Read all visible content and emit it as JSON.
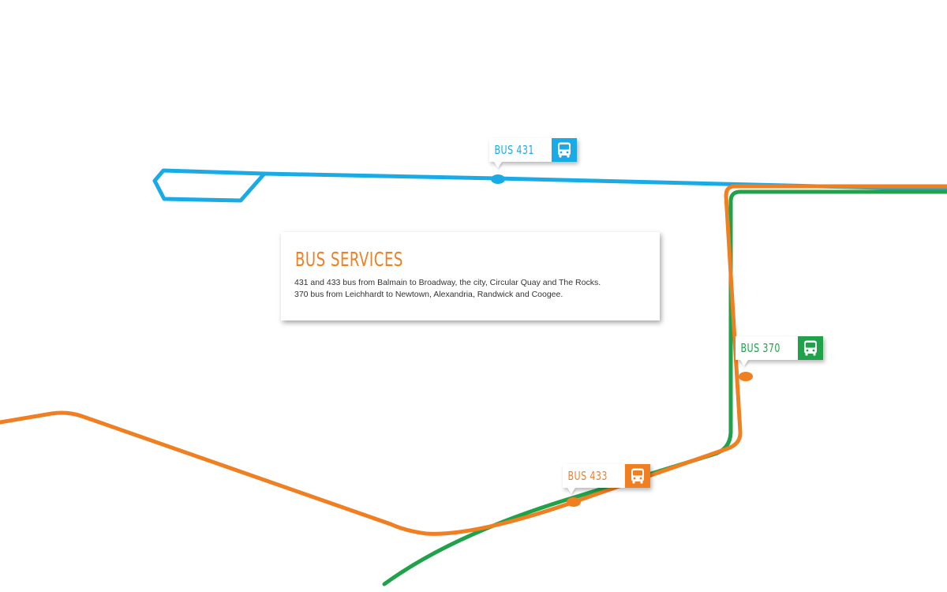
{
  "colors": {
    "route_431": "#1aabe6",
    "route_433": "#f07f22",
    "route_370": "#1fa24a",
    "text_dark": "#333333",
    "background": "#ffffff"
  },
  "routes": [
    {
      "id": "431",
      "color": "#1aabe6"
    },
    {
      "id": "433",
      "color": "#f07f22"
    },
    {
      "id": "370",
      "color": "#1fa24a"
    }
  ],
  "bus_tags": {
    "bus_431": {
      "label": "BUS 431",
      "color": "#1aabe6",
      "icon": "bus-icon"
    },
    "bus_370": {
      "label": "BUS 370",
      "color": "#1fa24a",
      "icon": "bus-icon"
    },
    "bus_433": {
      "label": "BUS 433",
      "color": "#f07f22",
      "icon": "bus-icon"
    }
  },
  "info_box": {
    "title": "BUS SERVICES",
    "line_1": "431 and 433 bus from Balmain to Broadway, the city, Circular Quay and The Rocks.",
    "line_2": "370 bus from Leichhardt to Newtown, Alexandria, Randwick and Coogee."
  }
}
